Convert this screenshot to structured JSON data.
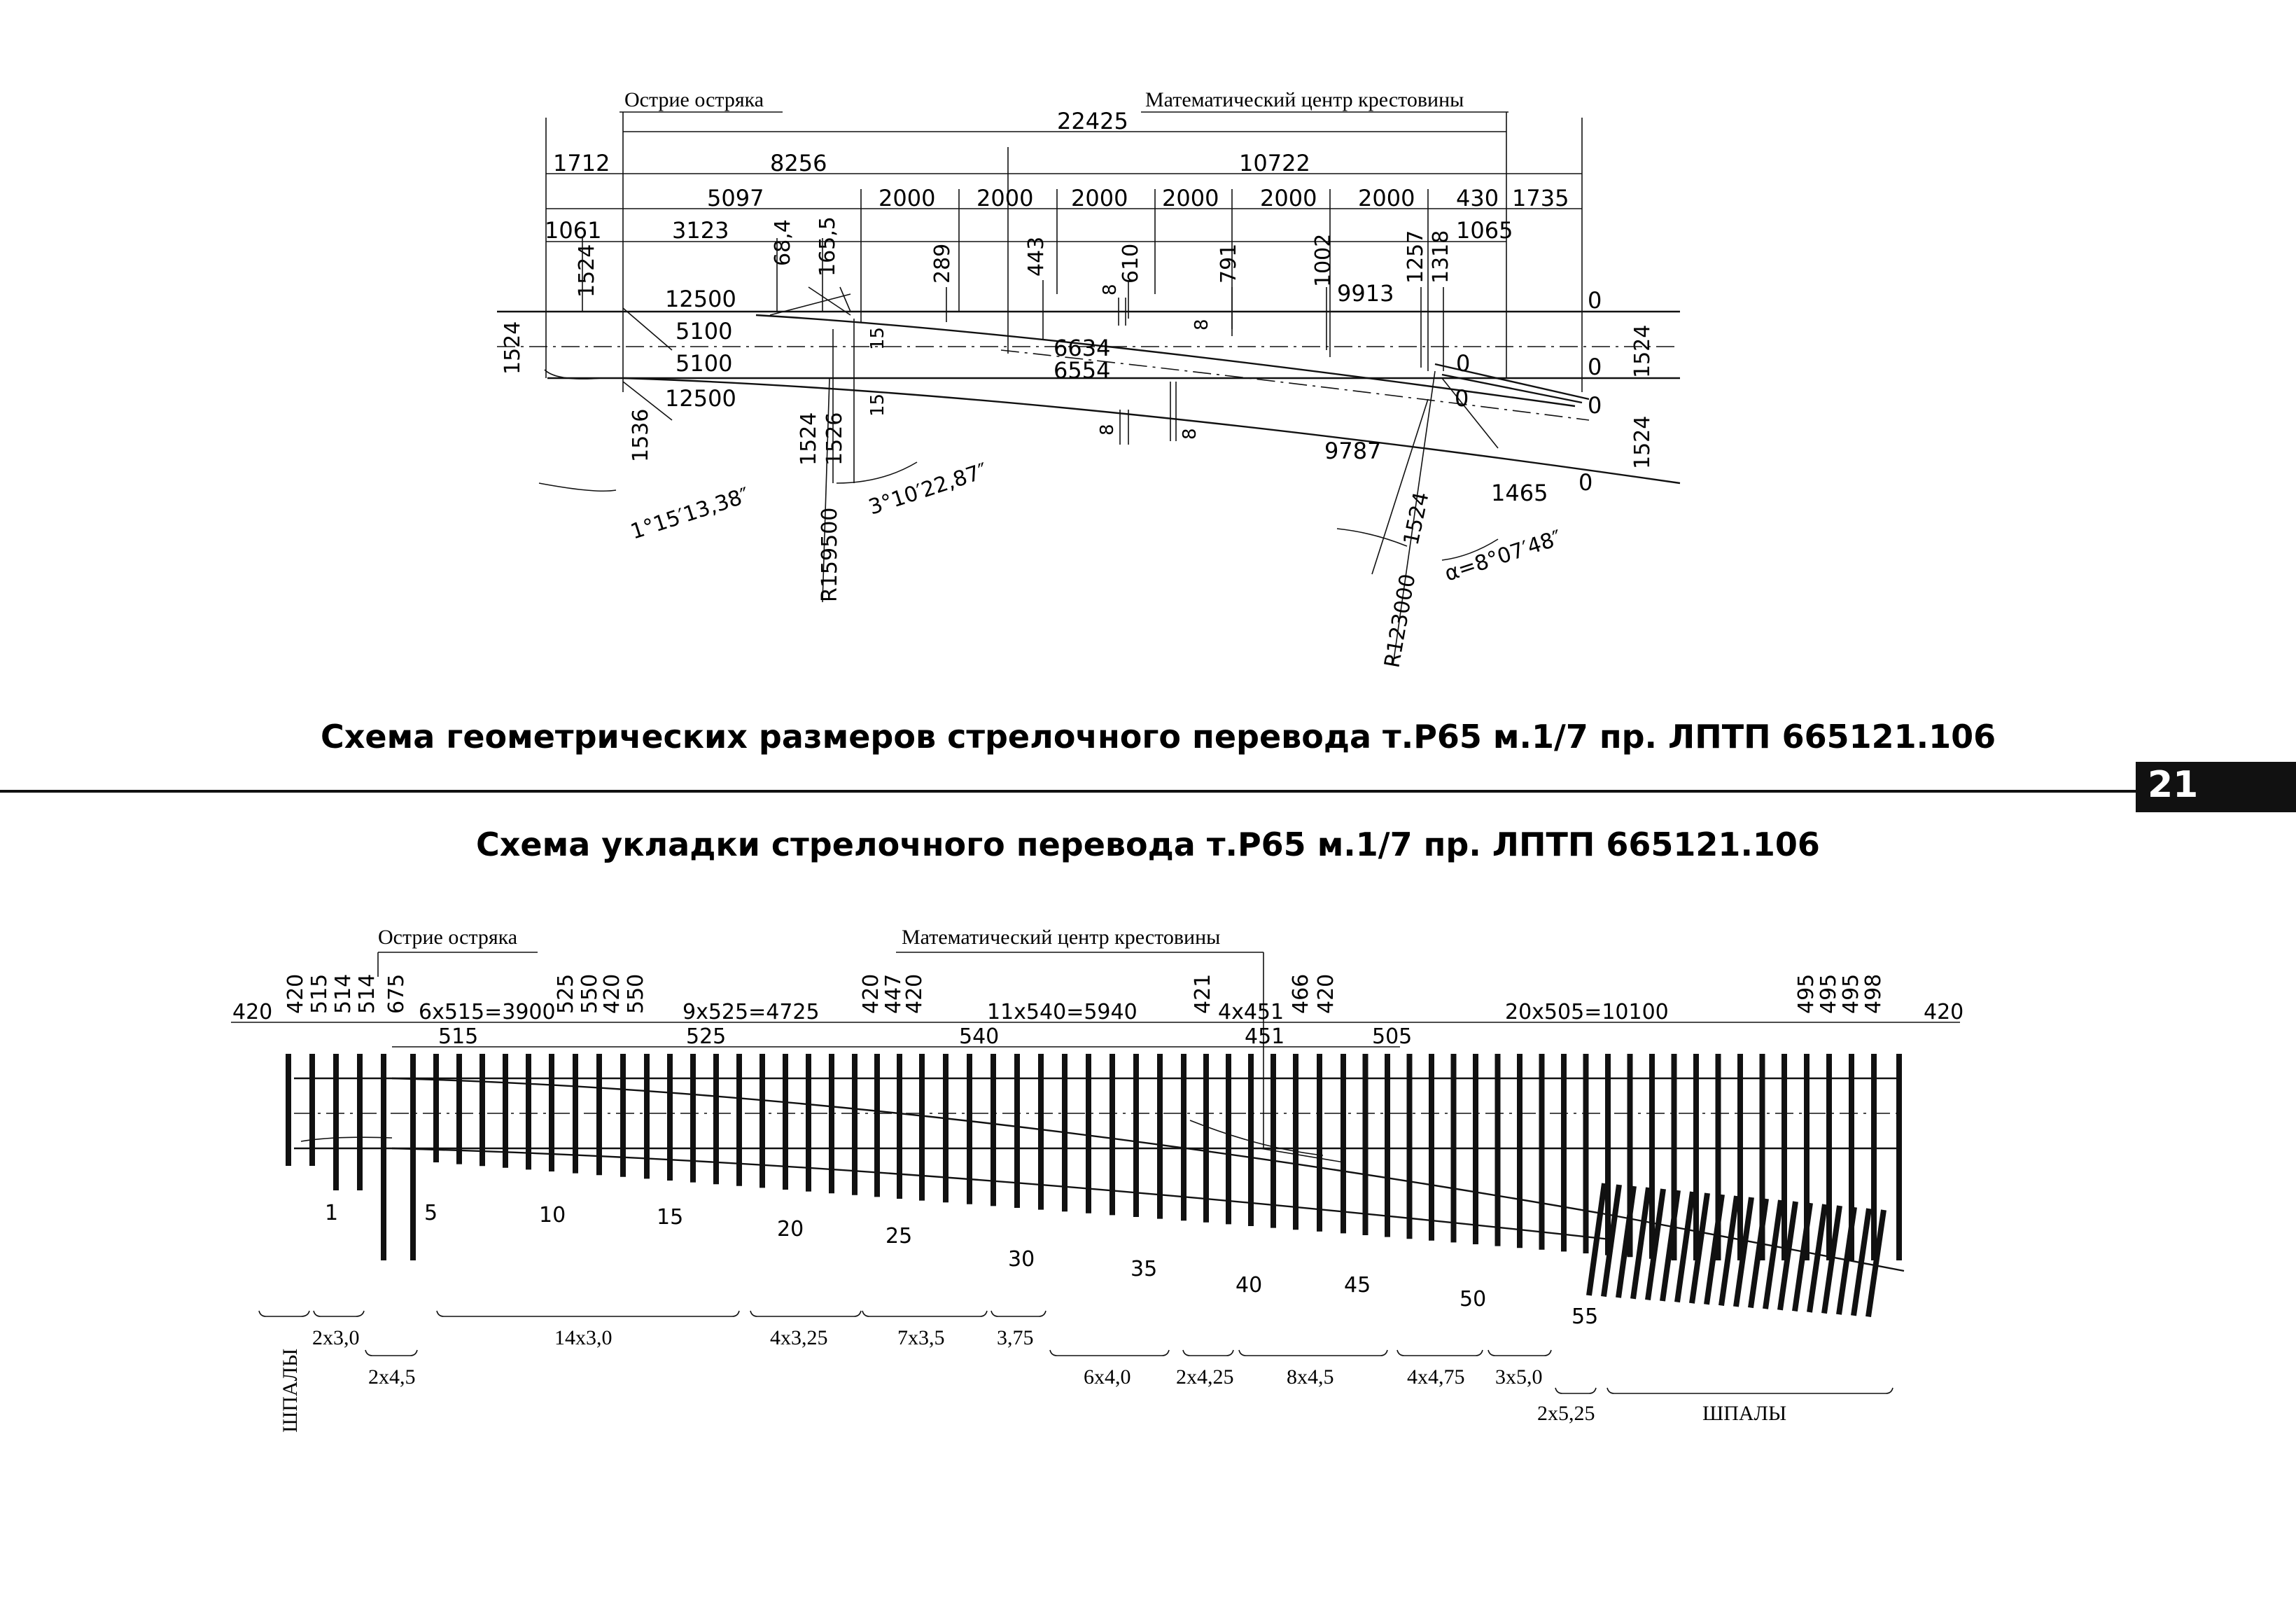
{
  "page_number": "21",
  "diagram1": {
    "title": "Схема геометрических размеров стрелочного перевода т.Р65 м.1/7 пр. ЛПТП 665121.106",
    "label_point": "Острие остряка",
    "label_center": "Математический центр крестовины",
    "dims_row1": [
      "22425"
    ],
    "dims_row2": [
      "1712",
      "8256",
      "10722"
    ],
    "dims_row3": [
      "5097",
      "2000",
      "2000",
      "2000",
      "2000",
      "2000",
      "2000",
      "430",
      "1735"
    ],
    "dims_row4": [
      "1061",
      "3123",
      "1065"
    ],
    "ordinates": [
      "1524",
      "68,4",
      "165,5",
      "289",
      "443",
      "610",
      "791",
      "1002",
      "1257",
      "1318"
    ],
    "lengths": [
      "12500",
      "5100",
      "5100",
      "12500",
      "6634",
      "6554",
      "9913",
      "9787",
      "1465"
    ],
    "gauge_left": "1524",
    "gauge_right": "1524",
    "gauge_branch": "1524",
    "lower_ordinates": [
      "1536",
      "1524",
      "1526"
    ],
    "small_marks": [
      "8",
      "8",
      "8",
      "8",
      "15",
      "15"
    ],
    "zeros": [
      "0",
      "0",
      "0",
      "0",
      "0",
      "0"
    ],
    "angle1": "1°15′13,38″",
    "angle2": "3°10′22,87″",
    "angle3": "α=8°07′48″",
    "radius1": "R159500",
    "radius2": "R123000",
    "gauge_frog": "1524"
  },
  "diagram2": {
    "title": "Схема укладки стрелочного перевода т.Р65 м.1/7 пр. ЛПТП 665121.106",
    "label_point": "Острие остряка",
    "label_center": "Математический центр крестовины",
    "spacing_top": [
      "420",
      "420",
      "515",
      "514",
      "514",
      "675",
      "6x515=3900",
      "525",
      "550",
      "420",
      "550",
      "9x525=4725",
      "420",
      "447",
      "420",
      "11x540=5940",
      "421",
      "4x451",
      "466",
      "420",
      "20x505=10100",
      "495",
      "495",
      "495",
      "498",
      "420"
    ],
    "spacing_sub": [
      "515",
      "525",
      "540",
      "451",
      "505"
    ],
    "tie_numbers": [
      "1",
      "5",
      "10",
      "15",
      "20",
      "25",
      "30",
      "35",
      "40",
      "45",
      "50",
      "55"
    ],
    "groups_row1": [
      "2x3,0",
      "14x3,0",
      "4x3,25",
      "7x3,5",
      "3,75"
    ],
    "groups_row2": [
      "2x4,5",
      "6x4,0",
      "2x4,25",
      "8x4,5",
      "4x4,75",
      "3x5,0"
    ],
    "groups_row3": [
      "2x5,25",
      "ШПАЛЫ"
    ],
    "sleepers_left": "ШПАЛЫ"
  }
}
